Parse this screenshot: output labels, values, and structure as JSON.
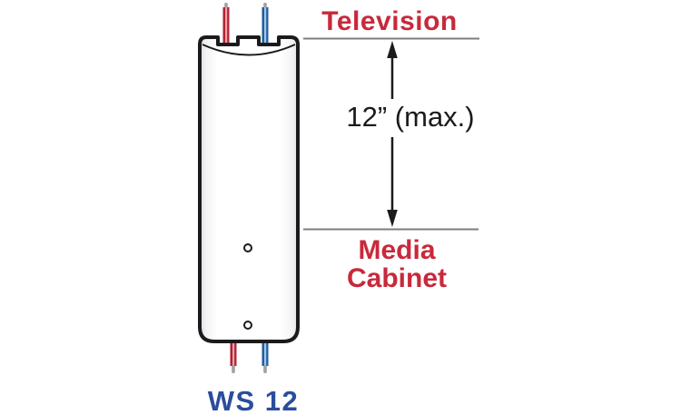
{
  "diagram": {
    "labels": {
      "top_reference": "Television",
      "dimension": "12” (max.)",
      "bottom_reference": "Media Cabinet",
      "model": "WS 12"
    },
    "colors": {
      "label_red": "#c8293b",
      "model_blue": "#2a4d9c",
      "wire_red": "#b02233",
      "wire_red_highlight": "#eda0a6",
      "wire_blue": "#205d9f",
      "wire_blue_highlight": "#a6c6e4",
      "wire_tip_gray": "#a0a0a6",
      "outline_black": "#1b1b1d",
      "reference_line_gray": "#7d7d82",
      "background": "#ffffff"
    },
    "icons": {
      "device": "cable-cover-illustration",
      "wires": [
        "red-wire",
        "blue-wire"
      ],
      "arrow": "double-headed-vertical-dimension-arrow",
      "mounting_holes": 2
    }
  }
}
